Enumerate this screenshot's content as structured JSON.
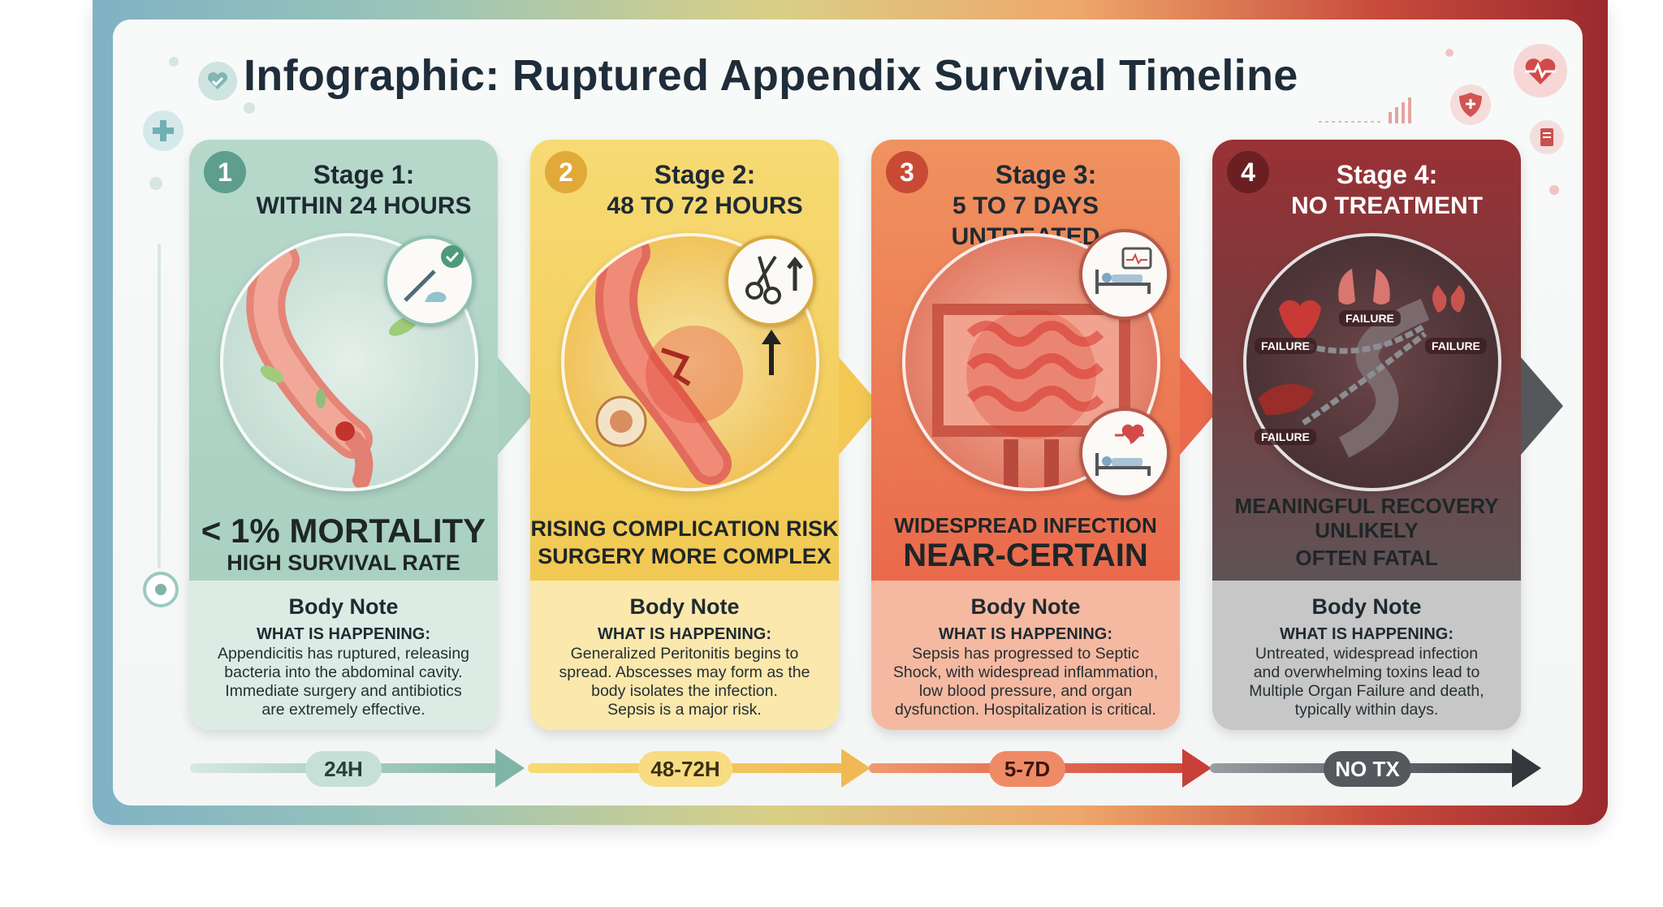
{
  "title": "Infographic: Ruptured Appendix Survival Timeline",
  "stages": [
    {
      "number": "1",
      "title": "Stage 1:",
      "subtitle": "WITHIN 24 HOURS",
      "headline_1": "< 1% MORTALITY",
      "headline_2": "HIGH SURVIVAL RATE",
      "note_title": "Body Note",
      "note_label": "WHAT IS HAPPENING:",
      "note_lines": [
        "Appendicitis has ruptured, releasing",
        "bacteria into the abdominal cavity.",
        "Immediate surgery and antibiotics",
        "are extremely effective."
      ],
      "timeline_label": "24H",
      "colors": {
        "top": "#b5d8c9",
        "bottom": "#d9ece3",
        "badge": "#5f9e8d",
        "arrow": "#7fb5a6"
      }
    },
    {
      "number": "2",
      "title": "Stage 2:",
      "subtitle": "48 TO 72 HOURS",
      "headline_1": "RISING COMPLICATION RISK",
      "headline_2": "SURGERY MORE COMPLEX",
      "note_title": "Body Note",
      "note_label": "WHAT IS HAPPENING:",
      "note_lines": [
        "Generalized Peritonitis begins to",
        "spread. Abscesses may form as the",
        "body isolates the infection.",
        "Sepsis is a major risk."
      ],
      "timeline_label": "48-72H",
      "colors": {
        "top": "#f5d46b",
        "bottom": "#fae7aa",
        "badge": "#e0a93a",
        "arrow": "#f0b955"
      }
    },
    {
      "number": "3",
      "title": "Stage 3:",
      "subtitle": "5 TO 7 DAYS UNTREATED",
      "headline_1": "WIDESPREAD INFECTION",
      "headline_2": "NEAR-CERTAIN",
      "note_title": "Body Note",
      "note_label": "WHAT IS HAPPENING:",
      "note_lines": [
        "Sepsis has progressed to Septic",
        "Shock, with widespread inflammation,",
        "low blood pressure, and organ",
        "dysfunction. Hospitalization is critical."
      ],
      "timeline_label": "5-7D",
      "colors": {
        "top": "#ef8a5c",
        "bottom": "#f6b89d",
        "badge": "#c84a35",
        "arrow": "#e5644a"
      }
    },
    {
      "number": "4",
      "title": "Stage 4:",
      "subtitle": "NO TREATMENT",
      "headline_1": "MEANINGFUL RECOVERY",
      "headline_2": "UNLIKELY",
      "headline_3": "OFTEN FATAL",
      "note_title": "Body Note",
      "note_label": "WHAT IS HAPPENING:",
      "note_lines": [
        "Untreated, widespread infection",
        "and overwhelming toxins lead to",
        "Multiple Organ Failure and death,",
        "typically within days."
      ],
      "timeline_label": "NO TX",
      "organ_labels": {
        "heart": "FAILURE",
        "lungs": "FAILURE",
        "kidneys": "FAILURE",
        "liver": "FAILURE"
      },
      "colors": {
        "top": "#8c3a3c",
        "bottom": "#c9c9c9",
        "badge": "#6b1f22",
        "arrow": "#4a4d52"
      }
    }
  ],
  "icons": [
    "heart-check-icon",
    "plus-icon",
    "heart-rate-icon",
    "medical-shield-icon",
    "bar-chart-icon",
    "clipboard-icon"
  ]
}
